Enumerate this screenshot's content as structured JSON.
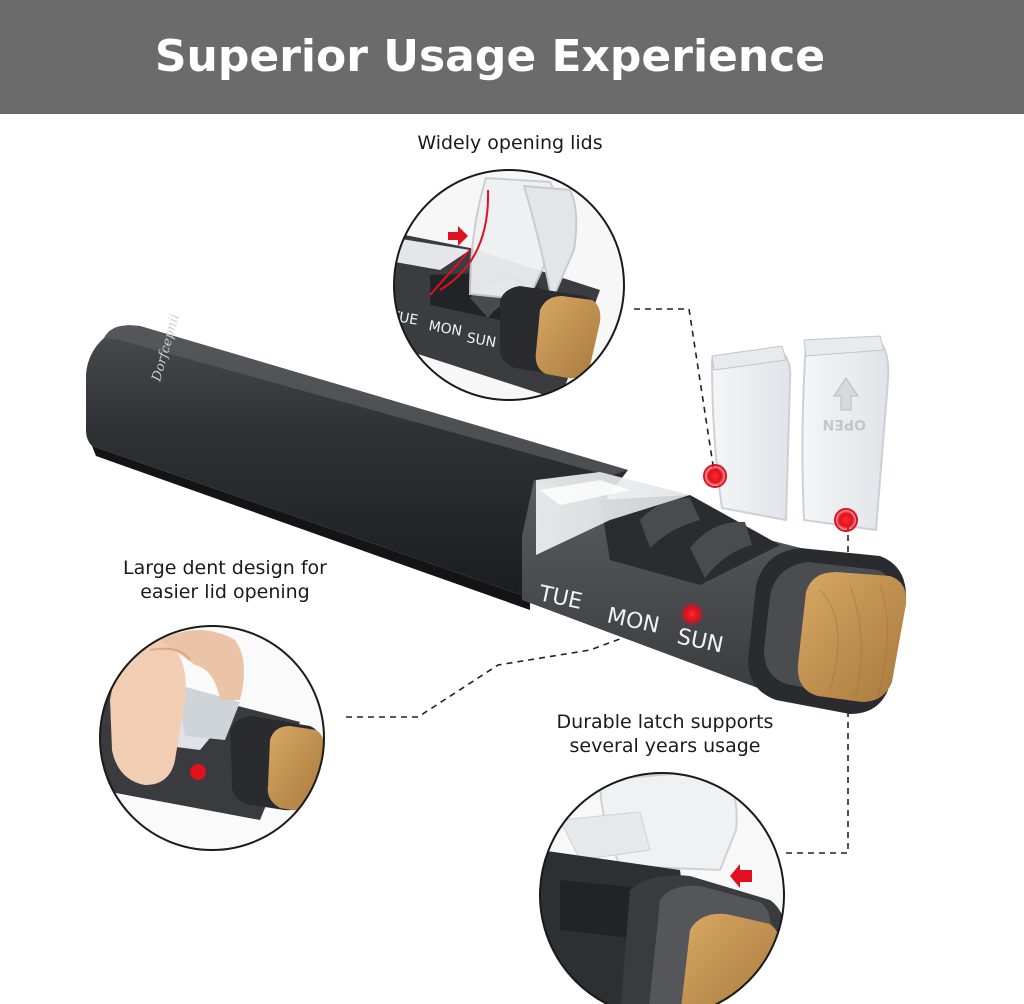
{
  "header": {
    "title": "Superior Usage Experience"
  },
  "captions": {
    "lids": "Widely opening lids",
    "dent_line1": "Large dent design for",
    "dent_line2": "easier lid opening",
    "latch_line1": "Durable latch supports",
    "latch_line2": "several years usage"
  },
  "product": {
    "brand": "Dorfcepnii",
    "days": [
      "TUE",
      "MON",
      "SUN"
    ],
    "lid_marking": "OPEN"
  },
  "colors": {
    "header_bg": "#6b6b6b",
    "case_body": "#2f3033",
    "bamboo": "#c89a5a",
    "highlight_red": "#e0101e"
  },
  "icons": [
    "arrow-right-icon",
    "arrow-left-icon",
    "hand-icon"
  ]
}
